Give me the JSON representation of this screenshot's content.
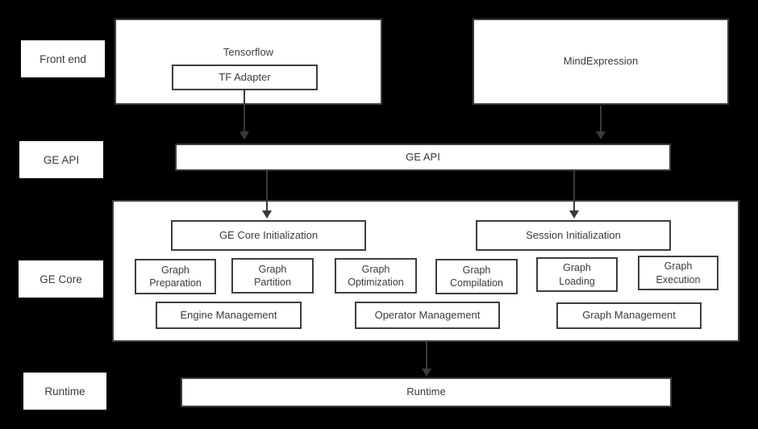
{
  "palette": {
    "background": "#000000",
    "box_fill": "#ffffff",
    "border": "#3d3d3d",
    "text": "#3b3b3b",
    "arrow": "#3a3a3a"
  },
  "side_labels": {
    "front_end": "Front end",
    "ge_api": "GE API",
    "ge_core": "GE Core",
    "runtime": "Runtime"
  },
  "front_end": {
    "tensorflow": {
      "title": "Tensorflow",
      "adapter_label": "TF Adapter"
    },
    "mind_expression": {
      "title": "MindExpression"
    }
  },
  "ge_api_bar": {
    "label": "GE API"
  },
  "ge_core": {
    "init_boxes": [
      {
        "label": "GE Core Initialization"
      },
      {
        "label": "Session Initialization"
      }
    ],
    "stage_boxes": [
      {
        "line1": "Graph",
        "line2": "Preparation"
      },
      {
        "line1": "Graph",
        "line2": "Partition"
      },
      {
        "line1": "Graph",
        "line2": "Optimization"
      },
      {
        "line1": "Graph",
        "line2": "Compilation"
      },
      {
        "line1": "Graph",
        "line2": "Loading"
      },
      {
        "line1": "Graph",
        "line2": "Execution"
      }
    ],
    "management_boxes": [
      {
        "label": "Engine Management"
      },
      {
        "label": "Operator Management"
      },
      {
        "label": "Graph Management"
      }
    ]
  },
  "runtime_bar": {
    "label": "Runtime"
  }
}
